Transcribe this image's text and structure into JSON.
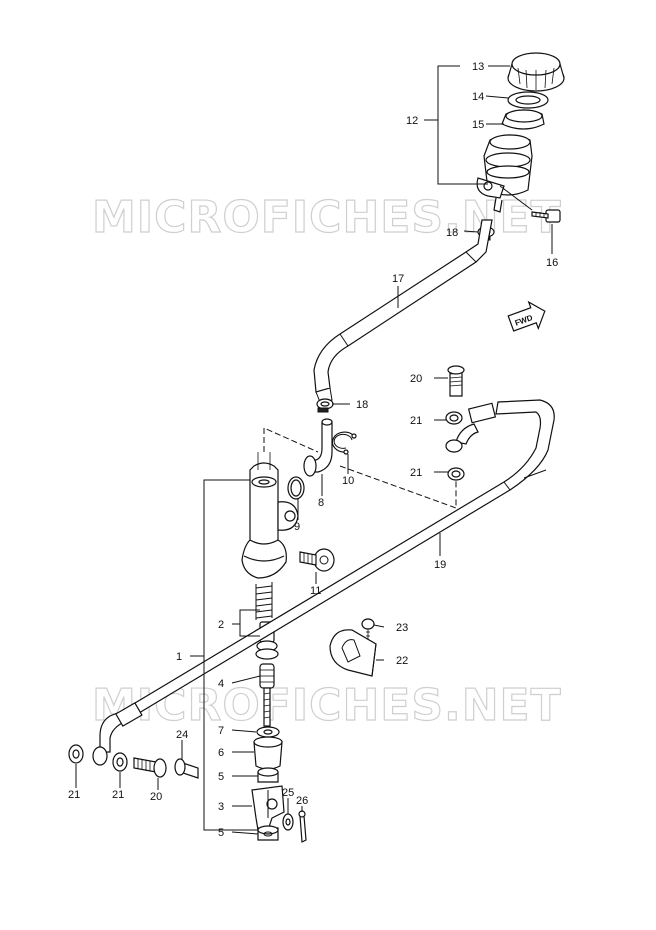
{
  "watermark": "MICROFICHES.NET",
  "badge": "FWD",
  "labels": {
    "n1": "1",
    "n2": "2",
    "n3": "3",
    "n4": "4",
    "n5a": "5",
    "n5b": "5",
    "n6": "6",
    "n7": "7",
    "n8": "8",
    "n9": "9",
    "n10": "10",
    "n11": "11",
    "n12": "12",
    "n13": "13",
    "n14": "14",
    "n15": "15",
    "n16": "16",
    "n17": "17",
    "n18a": "18",
    "n18b": "18",
    "n19": "19",
    "n20a": "20",
    "n20b": "20",
    "n21a": "21",
    "n21b": "21",
    "n21c": "21",
    "n21d": "21",
    "n22": "22",
    "n23": "23",
    "n24": "24",
    "n25": "25",
    "n26": "26"
  }
}
